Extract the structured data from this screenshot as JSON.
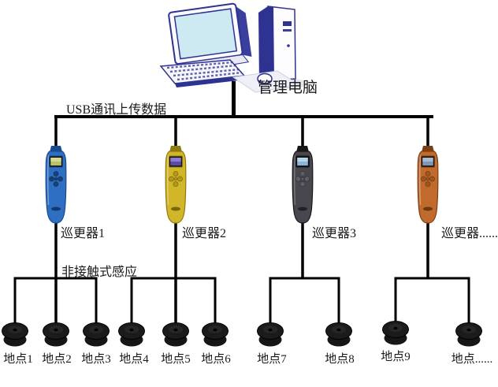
{
  "computer": {
    "label": "管理电脑"
  },
  "bus": {
    "label": "USB通讯上传数据"
  },
  "sensing": {
    "label": "非接触式感应"
  },
  "devices": [
    {
      "label": "巡更器1",
      "colors": {
        "body": "#2f6fc1",
        "edge": "#174a8e",
        "screen": "#b9c16a",
        "screen_top": "#d6d98e",
        "buttons": "#17417e",
        "logo": "#123a72"
      }
    },
    {
      "label": "巡更器2",
      "colors": {
        "body": "#d2b62a",
        "edge": "#8f7a0e",
        "screen": "#5a4aa8",
        "screen_top": "#8a7ad0",
        "buttons": "#b59a16",
        "logo": "#7a660a"
      }
    },
    {
      "label": "巡更器3",
      "colors": {
        "body": "#47474d",
        "edge": "#17171b",
        "screen": "#8ab4da",
        "screen_top": "#b4d4ec",
        "buttons": "#5e5e66",
        "logo": "#222226"
      }
    },
    {
      "label": "巡更器......",
      "colors": {
        "body": "#c06a2e",
        "edge": "#7c3f12",
        "screen": "#8196b2",
        "screen_top": "#a8bacf",
        "buttons": "#a0561c",
        "logo": "#6e3810"
      }
    }
  ],
  "checkpoints": [
    {
      "label": "地点1"
    },
    {
      "label": "地点2"
    },
    {
      "label": "地点3"
    },
    {
      "label": "地点4"
    },
    {
      "label": "地点5"
    },
    {
      "label": "地点6"
    },
    {
      "label": "地点7"
    },
    {
      "label": "地点8"
    },
    {
      "label": "地点9"
    },
    {
      "label": "地点......"
    }
  ],
  "line_color": "#000000"
}
